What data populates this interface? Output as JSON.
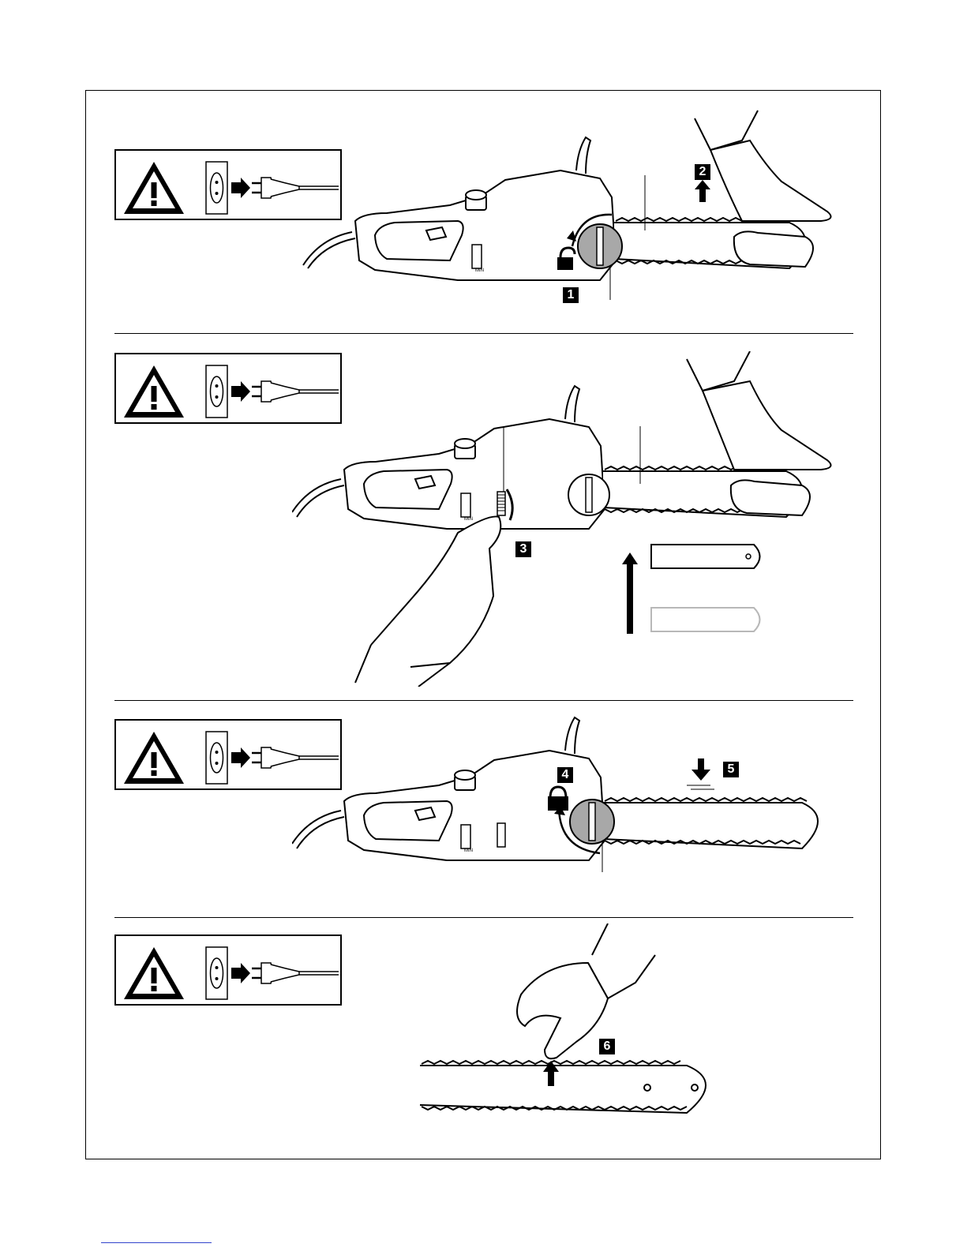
{
  "steps": [
    {
      "number": "1"
    },
    {
      "number": "2"
    },
    {
      "number": "3"
    },
    {
      "number": "4"
    },
    {
      "number": "5"
    },
    {
      "number": "6"
    }
  ],
  "warning_icons": {
    "hazard": "warning-triangle-icon",
    "unplug": "unplug-from-socket-icon"
  },
  "label": {
    "switch_min": "MIN"
  },
  "colors": {
    "line": "#000000",
    "knob_gray": "#a8a8a8",
    "ghost_gray": "#b8b8b8"
  }
}
